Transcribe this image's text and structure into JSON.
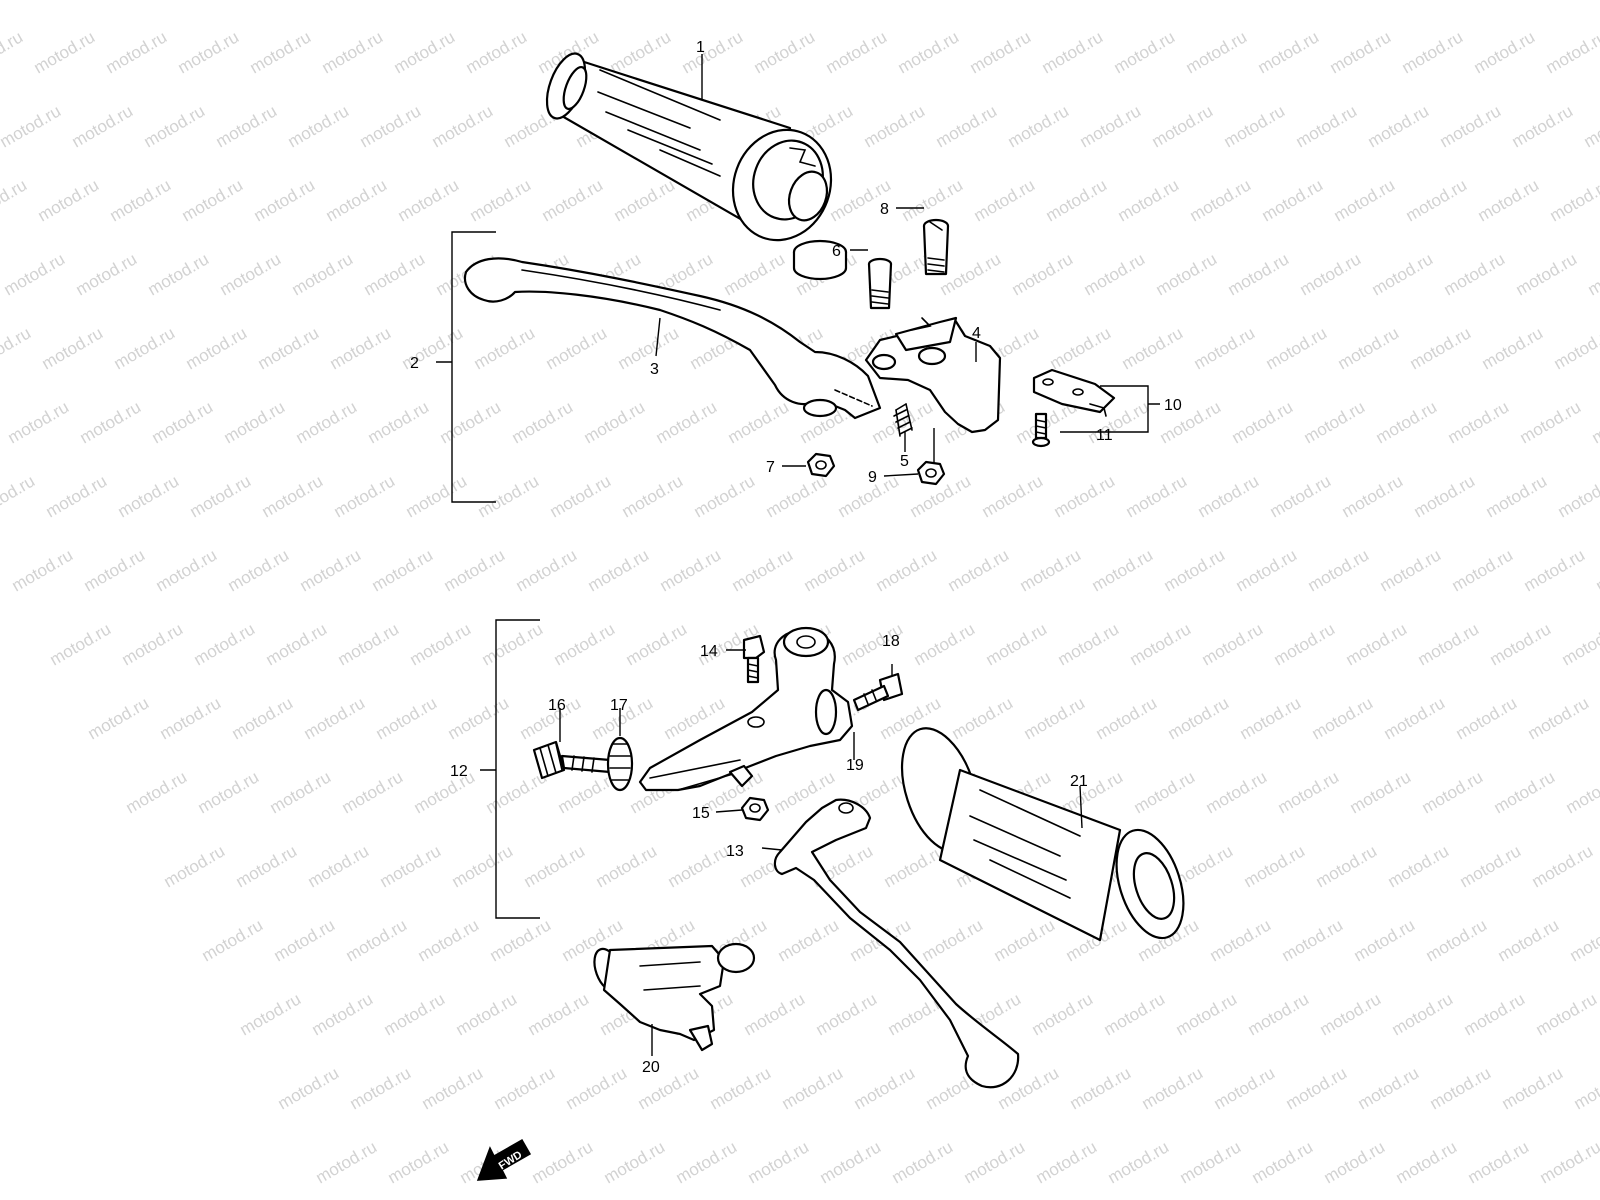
{
  "watermark": "motod.ru",
  "direction_marker": "FWD",
  "callouts": [
    "1",
    "2",
    "3",
    "4",
    "5",
    "6",
    "7",
    "8",
    "9",
    "10",
    "11",
    "12",
    "13",
    "14",
    "15",
    "16",
    "17",
    "18",
    "19",
    "20",
    "21"
  ],
  "colors": {
    "line": "#000000",
    "background": "#ffffff",
    "watermark": "#d2d2d2"
  }
}
